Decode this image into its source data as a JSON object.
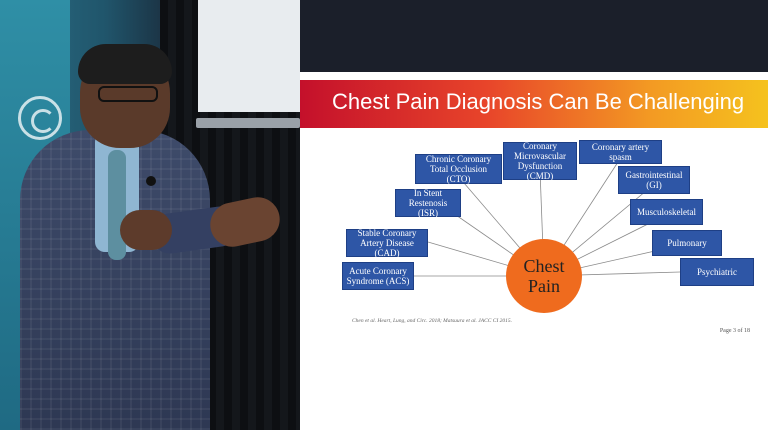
{
  "slide": {
    "title": "Chest Pain Diagnosis Can Be Challenging",
    "center_label_line1": "Chest",
    "center_label_line2": "Pain",
    "boxes": {
      "cto": "Chronic Coronary Total Occlusion (CTO)",
      "cmd": "Coronary Microvascular Dysfunction (CMD)",
      "spasm": "Coronary artery spasm",
      "gi": "Gastrointestinal (GI)",
      "isr": "In Stent Restenosis (ISR)",
      "musculo": "Musculoskeletal",
      "cad": "Stable Coronary Artery Disease (CAD)",
      "pulmonary": "Pulmonary",
      "acs": "Acute Coronary Syndrome (ACS)",
      "psychiatric": "Psychiatric"
    },
    "citation": "Chen et al. Heart, Lung, and Circ. 2018; Matsuura et al. JACC CI 2015.",
    "page_number": "Page 3 of 18"
  },
  "colors": {
    "box_fill": "#2e56a6",
    "center_fill": "#ef6b1e",
    "title_gradient_start": "#c4102b",
    "title_gradient_end": "#f5c21e"
  }
}
